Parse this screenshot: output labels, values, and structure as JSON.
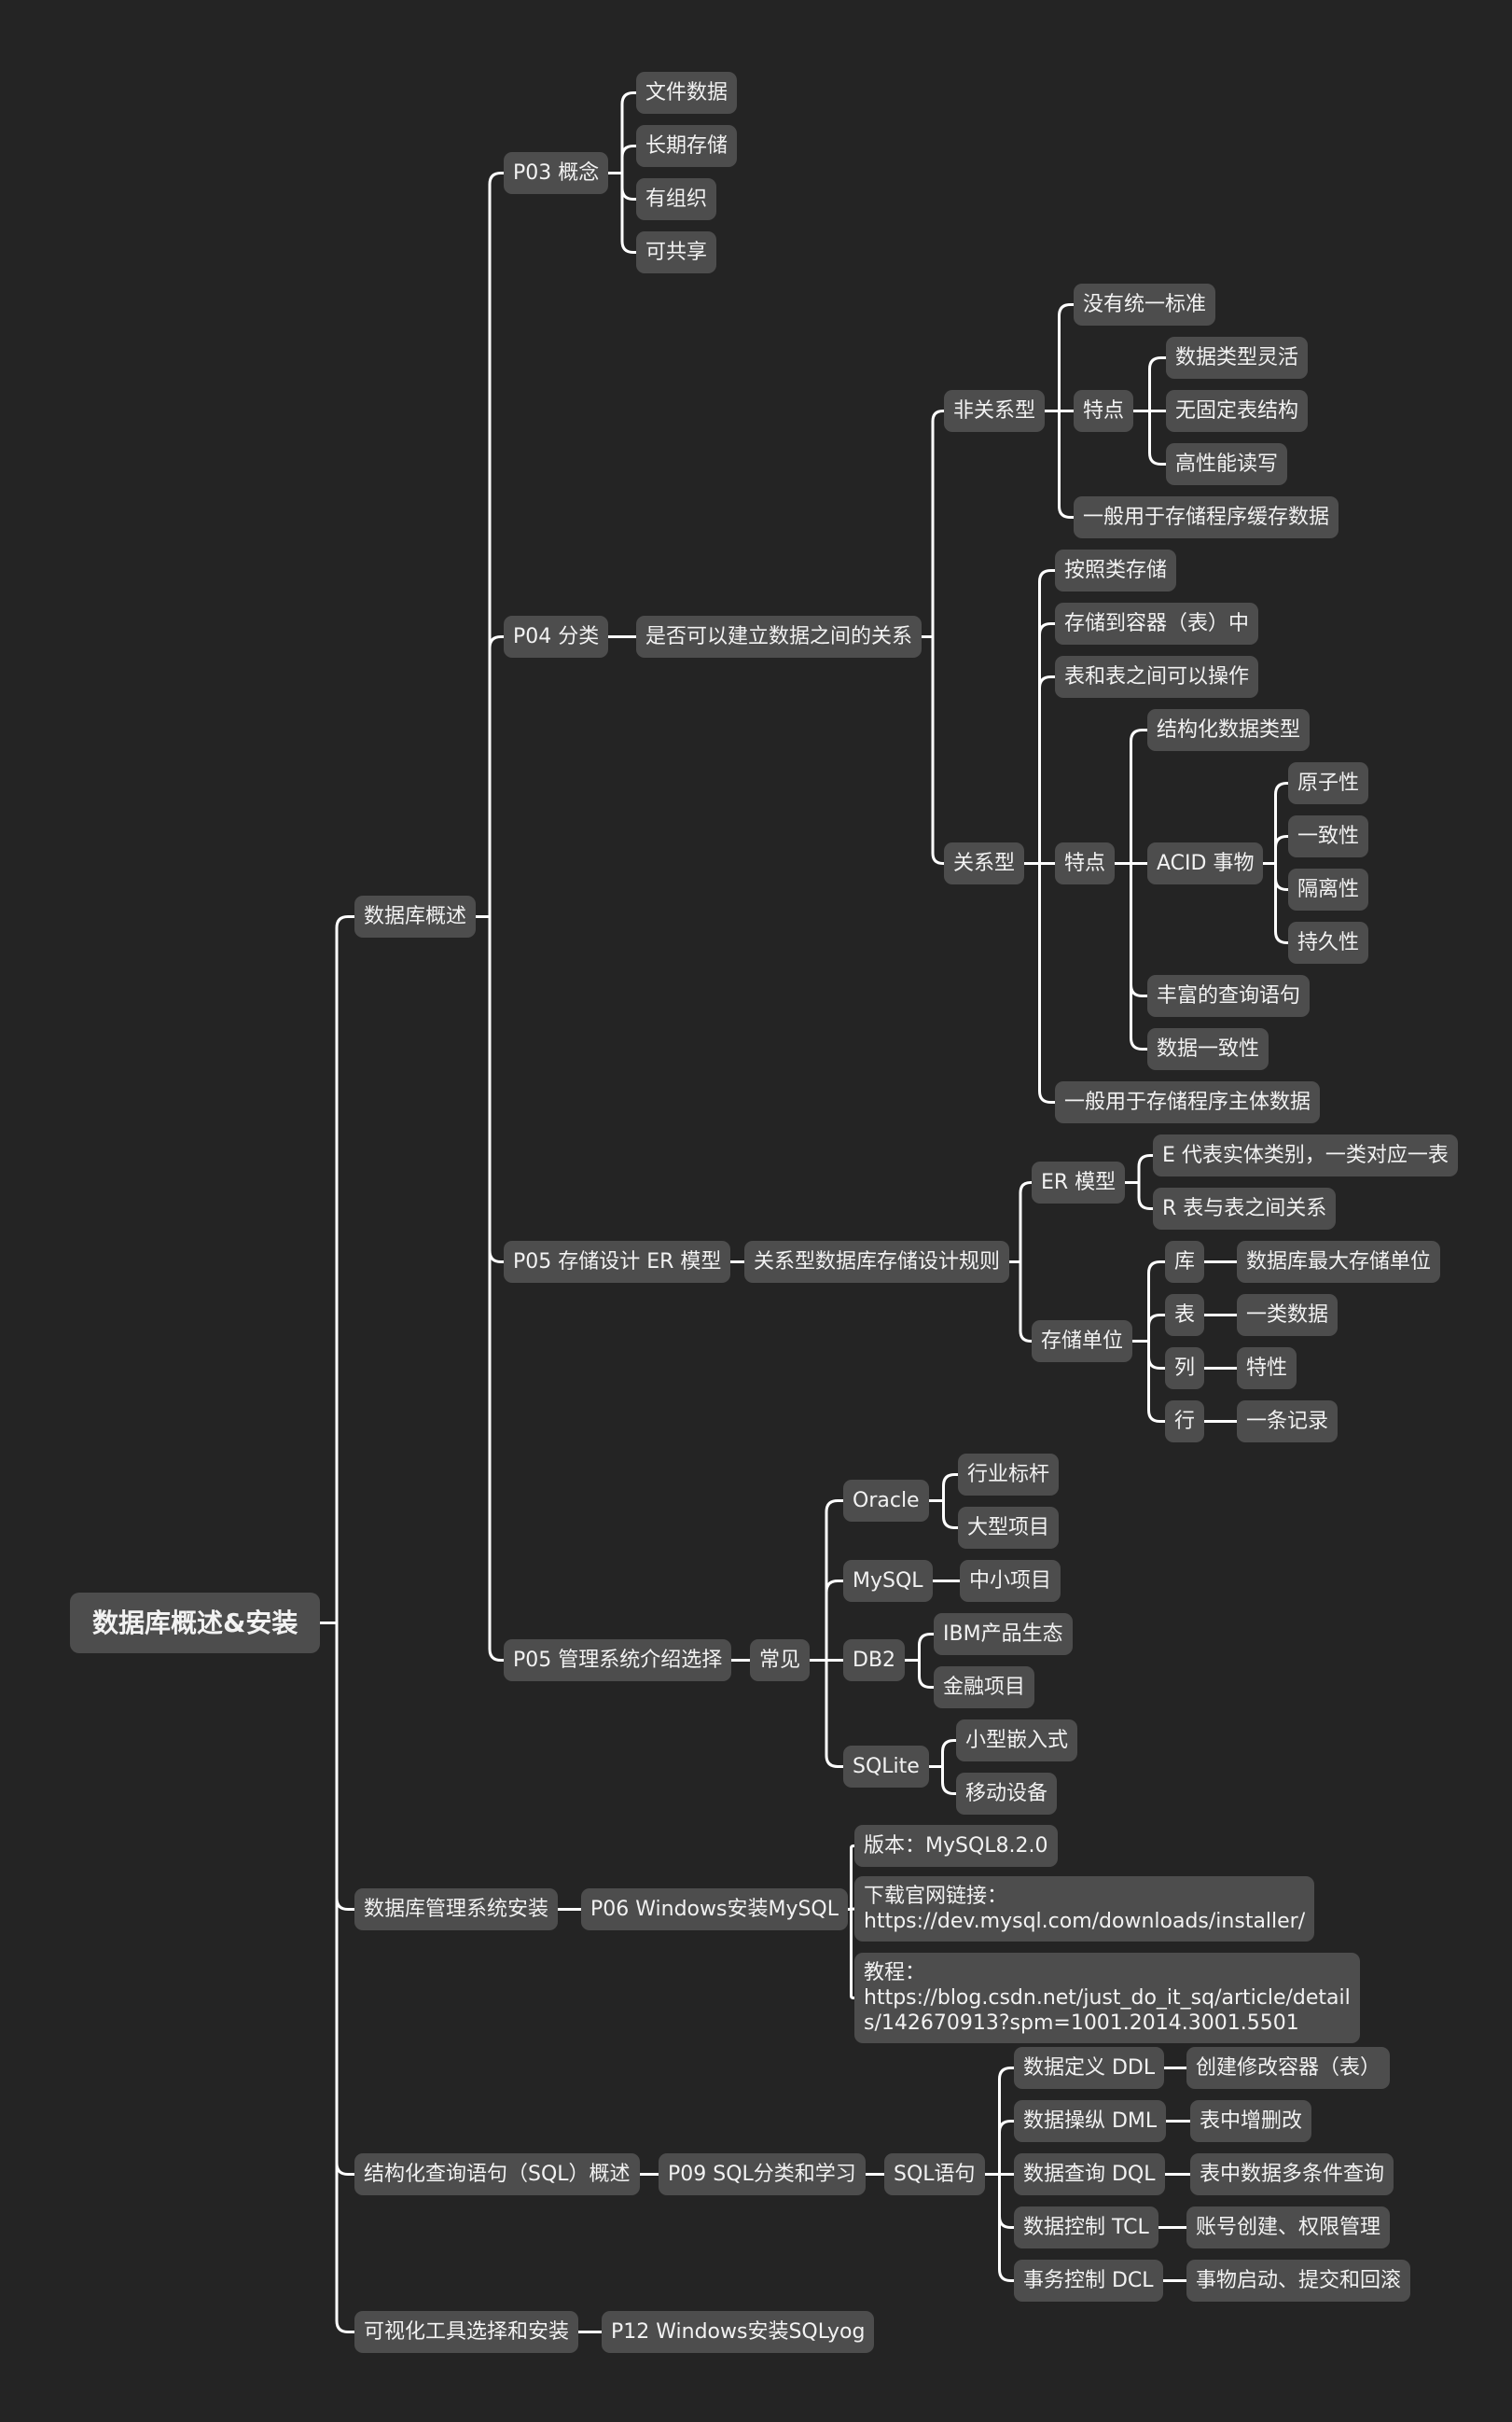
{
  "colors": {
    "background": "#242424",
    "node": "#4d4d4d",
    "text": "#f2f2f2",
    "line": "#ffffff"
  },
  "mindmap": {
    "root": "数据库概述&安装",
    "b1": {
      "label": "数据库概述",
      "p03": {
        "label": "P03 概念",
        "items": [
          "文件数据",
          "长期存储",
          "有组织",
          "可共享"
        ]
      },
      "p04": {
        "label": "P04 分类",
        "q": "是否可以建立数据之间的关系",
        "nonrel": {
          "label": "非关系型",
          "item1": "没有统一标准",
          "feat": {
            "label": "特点",
            "items": [
              "数据类型灵活",
              "无固定表结构",
              "高性能读写"
            ]
          },
          "item2": "一般用于存储程序缓存数据"
        },
        "rel": {
          "label": "关系型",
          "items": [
            "按照类存储",
            "存储到容器（表）中",
            "表和表之间可以操作"
          ],
          "feat": {
            "label": "特点",
            "struct": "结构化数据类型",
            "acid": {
              "label": "ACID 事物",
              "items": [
                "原子性",
                "一致性",
                "隔离性",
                "持久性"
              ]
            },
            "query": "丰富的查询语句",
            "consistency": "数据一致性"
          },
          "usage": "一般用于存储程序主体数据"
        }
      },
      "p05a": {
        "label": "P05 存储设计 ER 模型",
        "rule": "关系型数据库存储设计规则",
        "er": {
          "label": "ER 模型",
          "items": [
            "E 代表实体类别，一类对应一表",
            "R 表与表之间关系"
          ]
        },
        "unit": {
          "label": "存储单位",
          "pairs": [
            {
              "k": "库",
              "v": "数据库最大存储单位"
            },
            {
              "k": "表",
              "v": "一类数据"
            },
            {
              "k": "列",
              "v": "特性"
            },
            {
              "k": "行",
              "v": "一条记录"
            }
          ]
        }
      },
      "p05b": {
        "label": "P05 管理系统介绍选择",
        "common": "常见",
        "oracle": {
          "label": "Oracle",
          "items": [
            "行业标杆",
            "大型项目"
          ]
        },
        "mysql": {
          "label": "MySQL",
          "items": [
            "中小项目"
          ]
        },
        "db2": {
          "label": "DB2",
          "items": [
            "IBM产品生态",
            "金融项目"
          ]
        },
        "sqlite": {
          "label": "SQLite",
          "items": [
            "小型嵌入式",
            "移动设备"
          ]
        }
      }
    },
    "b2": {
      "label": "数据库管理系统安装",
      "p06": {
        "label": "P06 Windows安装MySQL",
        "version": "版本：MySQL8.2.0",
        "download": "下载官网链接：\nhttps://dev.mysql.com/downloads/installer/",
        "tutorial": "教程：\nhttps://blog.csdn.net/just_do_it_sq/article/detail\ns/142670913?spm=1001.2014.3001.5501"
      }
    },
    "b3": {
      "label": "结构化查询语句（SQL）概述",
      "p09": {
        "label": "P09 SQL分类和学习",
        "sql": "SQL语句",
        "items": [
          {
            "k": "数据定义 DDL",
            "v": "创建修改容器（表）"
          },
          {
            "k": "数据操纵 DML",
            "v": "表中增删改"
          },
          {
            "k": "数据查询 DQL",
            "v": "表中数据多条件查询"
          },
          {
            "k": "数据控制 TCL",
            "v": "账号创建、权限管理"
          },
          {
            "k": "事务控制 DCL",
            "v": "事物启动、提交和回滚"
          }
        ]
      }
    },
    "b4": {
      "label": "可视化工具选择和安装",
      "p12": "P12 Windows安装SQLyog"
    }
  }
}
